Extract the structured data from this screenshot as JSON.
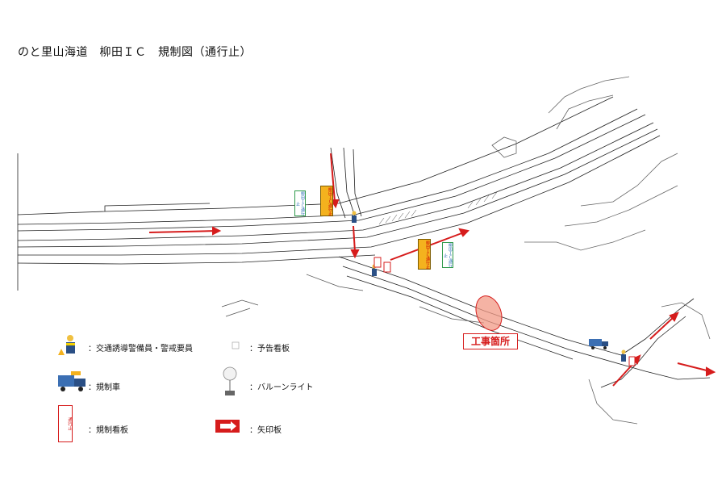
{
  "title": "のと里山海道　柳田ＩＣ　規制図（通行止）",
  "site_label": "工事箇所",
  "legend": {
    "guard": "：交通誘導警備員・警戒要員",
    "notice_board": "：予告看板",
    "control_vehicle": "：規制車",
    "balloon_light": "：バルーンライト",
    "control_board": "：規制看板",
    "arrow_board": "：矢印板"
  },
  "signs": {
    "closure_text": "通行止",
    "notice_1": "柳田ＩＣ通行止",
    "notice_2": "柳田ＩＣ通行止",
    "notice_3": "柳田ＩＣ通行止",
    "notice_4": "柳田ＩＣ通行止"
  },
  "colors": {
    "arrow": "#d61c1c",
    "site_circle": "#f29a86",
    "sign_orange": "#f4b21e",
    "sign_green": "#2e9a4a"
  }
}
